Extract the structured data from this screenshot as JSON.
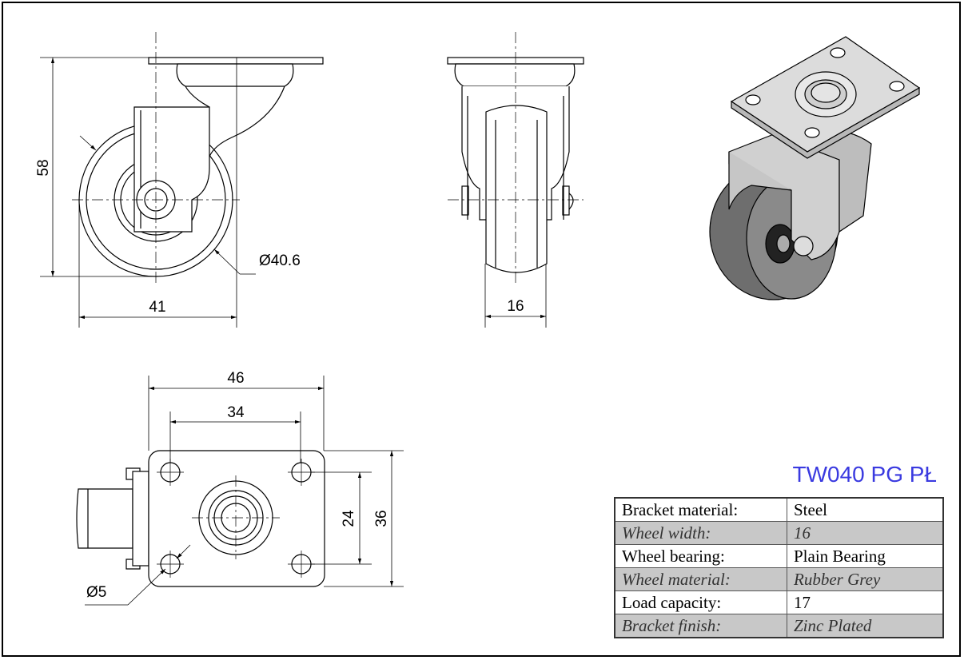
{
  "title": "TW040 PG PŁ",
  "dimensions": {
    "height": "58",
    "wheel_diameter": "Ø40.6",
    "depth": "41",
    "wheel_width": "16",
    "plate_length": "46",
    "hole_spacing_length": "34",
    "hole_spacing_width": "24",
    "plate_width": "36",
    "hole_diameter": "Ø5"
  },
  "specs": [
    {
      "key": "Bracket material:",
      "value": "Steel"
    },
    {
      "key": "Wheel width:",
      "value": "16"
    },
    {
      "key": "Wheel bearing:",
      "value": "Plain Bearing"
    },
    {
      "key": "Wheel material:",
      "value": "Rubber Grey"
    },
    {
      "key": "Load capacity:",
      "value": "17"
    },
    {
      "key": "Bracket finish:",
      "value": "Zinc Plated"
    }
  ],
  "colors": {
    "title": "#3a3ae0",
    "row_shade": "#c8c8c8",
    "wheel_grey": "#6e6e6e"
  }
}
